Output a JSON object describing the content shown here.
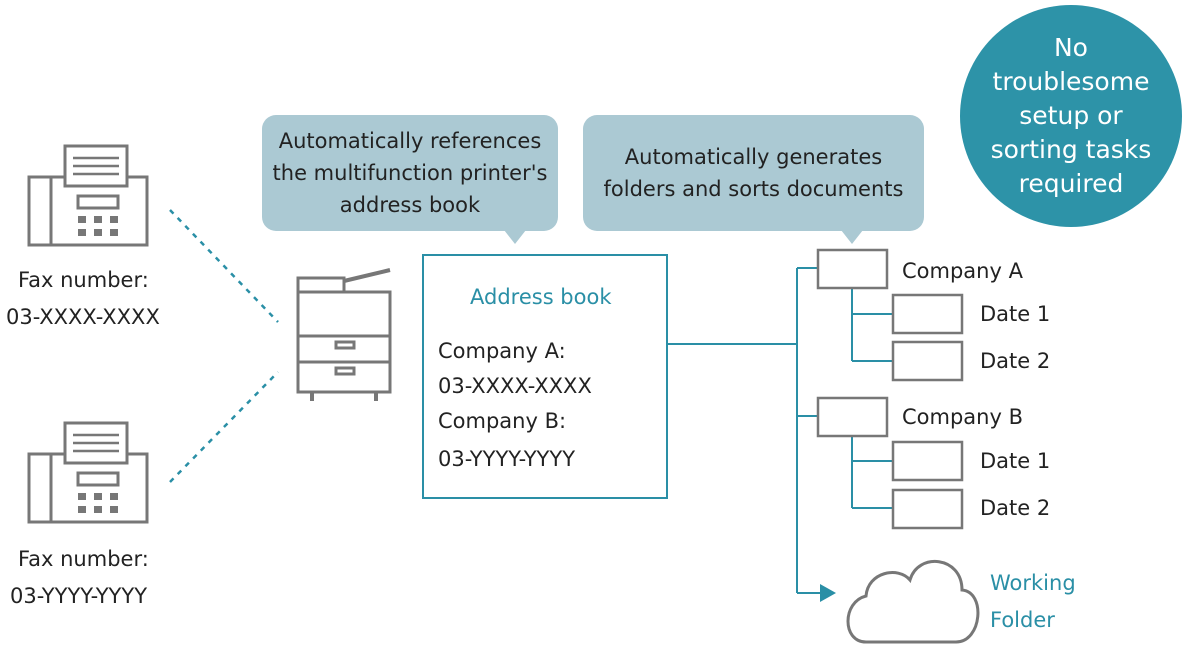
{
  "colors": {
    "accent": "#2a8fa6",
    "bubble": "#abc9d3",
    "badge": "#2d93a8",
    "icon_gray": "#777777"
  },
  "badge": {
    "lines": [
      "No",
      "troublesome",
      "setup or",
      "sorting tasks",
      "required"
    ]
  },
  "bubbles": {
    "references": [
      "Automatically references",
      "the multifunction printer's",
      "address book"
    ],
    "generates": [
      "Automatically generates",
      "folders and sorts documents"
    ]
  },
  "senders": [
    {
      "label": "Fax number:",
      "number": "03-XXXX-XXXX",
      "icon": "fax-machine-icon"
    },
    {
      "label": "Fax number:",
      "number": "03-YYYY-YYYY",
      "icon": "fax-machine-icon"
    }
  ],
  "printer": {
    "icon": "multifunction-printer-icon"
  },
  "address_book": {
    "title": "Address book",
    "entries": [
      {
        "name": "Company A:",
        "number": "03-XXXX-XXXX"
      },
      {
        "name": "Company B:",
        "number": "03-YYYY-YYYY"
      }
    ]
  },
  "folders": [
    {
      "name": "Company A",
      "children": [
        "Date 1",
        "Date 2"
      ]
    },
    {
      "name": "Company B",
      "children": [
        "Date 1",
        "Date 2"
      ]
    }
  ],
  "cloud": {
    "lines": [
      "Working",
      "Folder"
    ],
    "icon": "cloud-icon"
  }
}
